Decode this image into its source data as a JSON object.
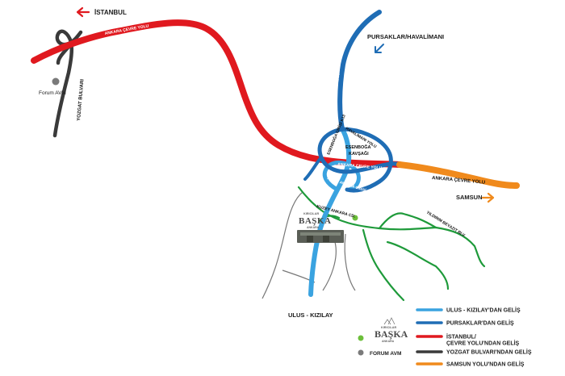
{
  "directions": {
    "istanbul": "İSTANBUL",
    "pursaklar": "PURSAKLAR/HAVALİMANI",
    "samsun": "SAMSUN",
    "ulus": "ULUS - KIZILAY"
  },
  "place_labels": {
    "forum_avm": "Forum AVM",
    "esenboga_kavsagi_line1": "ESENBOĞA",
    "esenboga_kavsagi_line2": "KAVŞAĞI"
  },
  "road_labels": {
    "yozgat_bulvari": "YOZGAT BULVARI",
    "ankara_cevre_yolu_top": "ANKARA ÇEVRE YOLU",
    "ankara_cevre_yolu_curve": "ANKARA ÇEVRE YOLU",
    "ankara_cevre_yolu_center": "ANKARA ÇEVRE YOLU",
    "ankara_cevre_yolu_east": "ANKARA ÇEVRE YOLU",
    "ozal_blv": "ÖZAL BLV.",
    "esenboga_girisi": "ESENBOĞA GİRİŞİ K13",
    "kuzey_ankara_cd": "KUZEY ANKARA CD.",
    "yildirim_beyazit": "YILDIRIM BEYAZIT BLV.",
    "kuzey_ankara_girisi": "KUZEY ANKARA GİRİŞİ",
    "havalimani_yolu": "HAVALİMANI YOLU"
  },
  "logo": {
    "brand_small": "KIRICILAR",
    "brand": "BAŞKA",
    "city": "ANKARA"
  },
  "legend": {
    "items": [
      {
        "label_lines": [
          "ULUS - KIZILAY'DAN GELİŞ"
        ],
        "color": "#3aa3e0"
      },
      {
        "label_lines": [
          "PURSAKLAR'DAN GELİŞ"
        ],
        "color": "#1f6db5"
      },
      {
        "label_lines": [
          "İSTANBUL/",
          "ÇEVRE YOLU'NDAN GELİŞ"
        ],
        "color": "#e0191f"
      },
      {
        "label_lines": [
          "YOZGAT BULVARI'NDAN GELİŞ"
        ],
        "color": "#3a3a3a"
      },
      {
        "label_lines": [
          "SAMSUN YOLU'NDAN GELİŞ"
        ],
        "color": "#f08a1c"
      }
    ],
    "project_marker_color": "#6cbf3a",
    "forum_marker_label": "FORUM AVM",
    "forum_marker_color": "#7a7a7a"
  },
  "colors": {
    "red": "#e0191f",
    "dark_blue": "#1f6db5",
    "light_blue": "#3aa3e0",
    "dark_gray": "#3a3a3a",
    "orange": "#f08a1c",
    "green": "#1e9a3a",
    "road_gray": "#777777"
  }
}
